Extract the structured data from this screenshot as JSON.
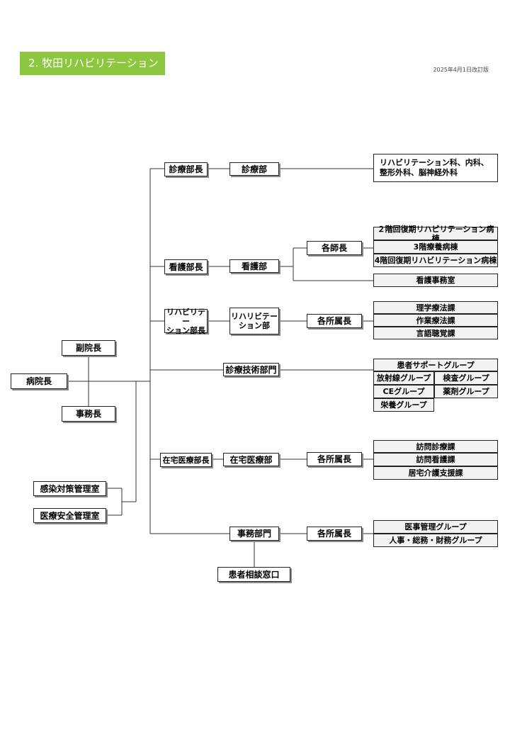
{
  "header": {
    "title": "2.  牧田リハビリテーション病院",
    "revision": "2025年4月1日改訂版"
  },
  "chart": {
    "hospital_director": "病院長",
    "vice_director": "副院長",
    "admin_director": "事務長",
    "infection_control": "感染対策管理室",
    "medical_safety": "医療安全管理室",
    "clinical_head": "診療部長",
    "clinical_dept": "診療部",
    "clinical_subjects": "リハビリテーション科、内科、\n整形外科、脳神経外科",
    "nursing_head": "看護部長",
    "nursing_dept": "看護部",
    "head_nurses": "各師長",
    "ward_2f": "２階回復期リハビリテーション病棟",
    "ward_3f": "3階療養病棟",
    "ward_4f": "4階回復期リハビリテーション病棟",
    "nursing_office": "看護事務室",
    "rehab_head": "リハビリテー\nション部長",
    "rehab_dept": "リハリビテー\nション部",
    "rehab_section_heads": "各所属長",
    "pt": "理学療法課",
    "ot": "作業療法課",
    "st": "言語聴覚課",
    "tech_dept": "診療技術部門",
    "patient_support": "患者サポートグループ",
    "radiology": "放射線グループ",
    "laboratory": "検査グループ",
    "ce": "CEグループ",
    "pharmacy": "薬剤グループ",
    "nutrition": "栄養グループ",
    "homecare_head": "在宅医療部長",
    "homecare_dept": "在宅医療部",
    "homecare_section_heads": "各所属長",
    "visit_medical": "訪問診療課",
    "visit_nursing": "訪問看護課",
    "home_care_support": "居宅介護支援課",
    "office_dept": "事務部門",
    "office_section_heads": "各所属長",
    "medical_admin": "医事管理グループ",
    "hr_general_finance": "人事・総務・財務グループ",
    "patient_consultation": "患者相談窓口"
  }
}
